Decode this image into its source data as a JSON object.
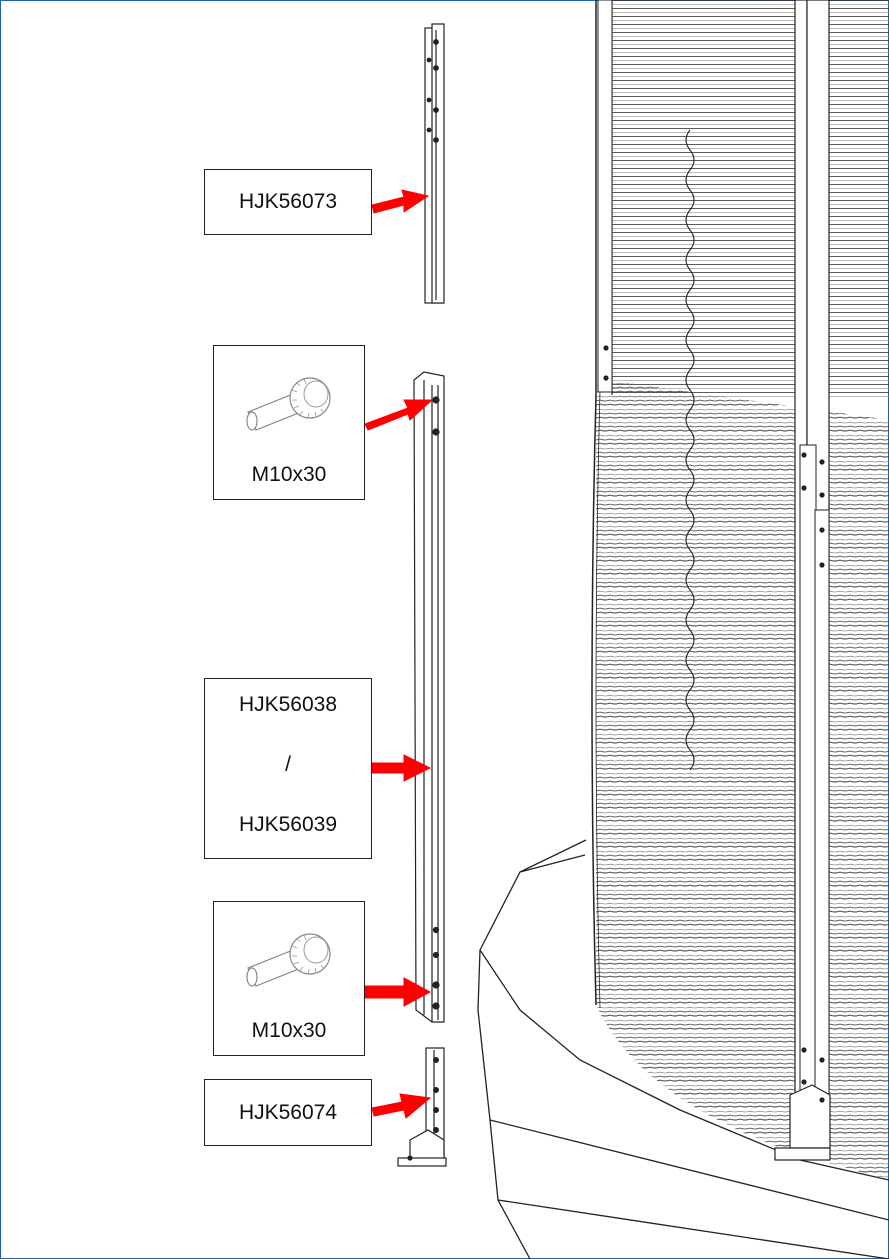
{
  "labels": {
    "part_top_rail": "HJK56073",
    "bolt_top": "M10x30",
    "part_main_rail_a": "HJK56038",
    "part_separator": "/",
    "part_main_rail_b": "HJK56039",
    "bolt_bottom": "M10x30",
    "part_base_foot": "HJK56074"
  },
  "colors": {
    "frame": "#1f5fb4",
    "arrow": "#ff0000",
    "line": "#222222"
  },
  "icons": [
    "bolt-icon",
    "arrow-icon"
  ]
}
